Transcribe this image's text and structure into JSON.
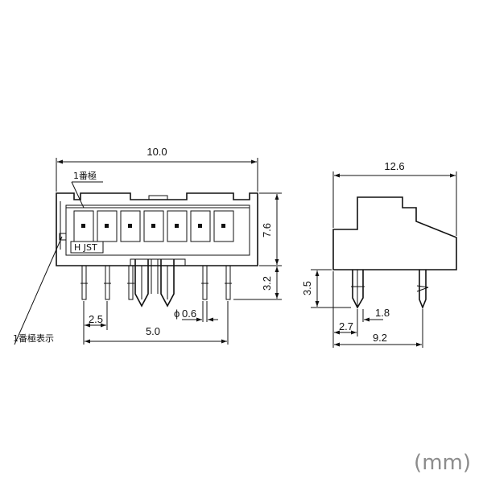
{
  "front_view": {
    "width_dim": "10.0",
    "height_dim": "7.6",
    "pin_length_dim": "3.2",
    "pitch_dim": "2.5",
    "span_dim": "5.0",
    "pin_dia_dim": "0.6",
    "pin_dia_prefix": "ϕ",
    "pin1_label": "1番極",
    "pin1_mark_label": "1番極表示",
    "logo_text": "H JST"
  },
  "side_view": {
    "depth_dim": "12.6",
    "pin_length_dim": "3.5",
    "offset_a_dim": "1.8",
    "offset_b_dim": "2.7",
    "pin_span_dim": "9.2"
  },
  "units_label": "(mm)",
  "colors": {
    "line": "#111111",
    "units_text": "#8c8c8c"
  }
}
